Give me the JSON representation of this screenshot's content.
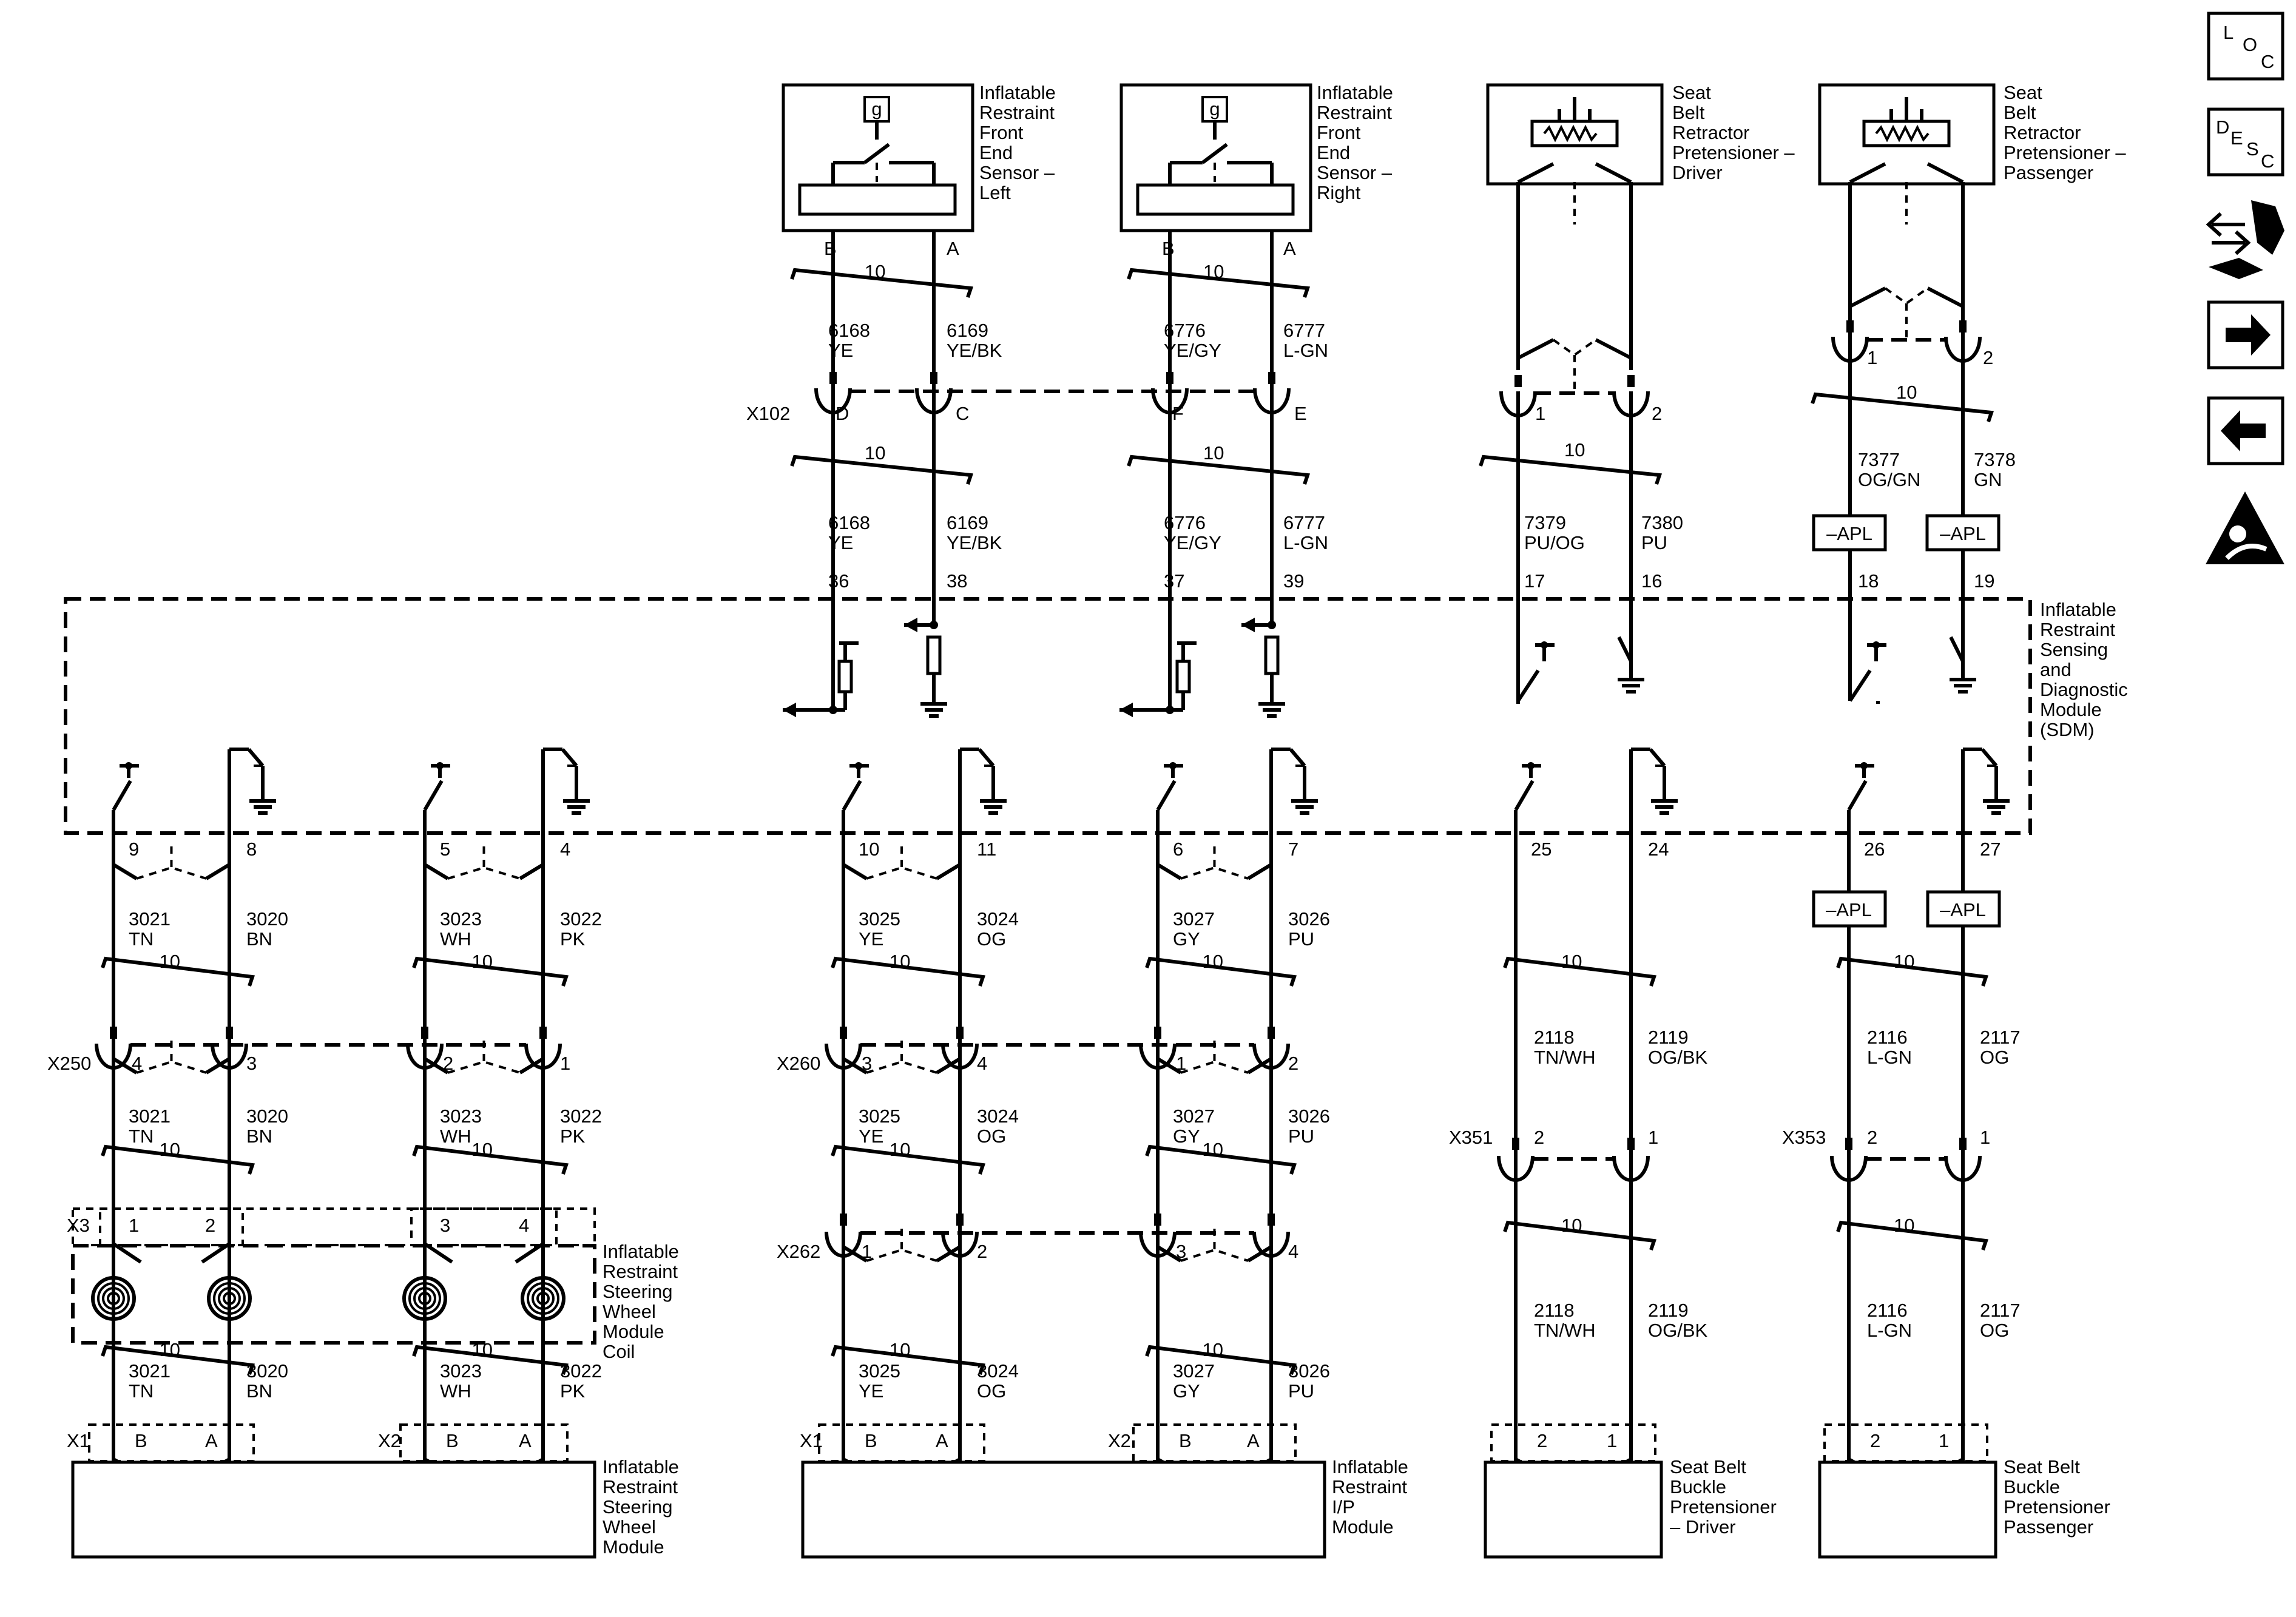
{
  "components": {
    "front_sensor_left": [
      "Inflatable",
      "Restraint",
      "Front",
      "End",
      "Sensor –",
      "Left"
    ],
    "front_sensor_right": [
      "Inflatable",
      "Restraint",
      "Front",
      "End",
      "Sensor –",
      "Right"
    ],
    "retractor_driver": [
      "Seat",
      "Belt",
      "Retractor",
      "Pretensioner –",
      "Driver"
    ],
    "retractor_passenger": [
      "Seat",
      "Belt",
      "Retractor",
      "Pretensioner –",
      "Passenger"
    ],
    "sdm": [
      "Inflatable",
      "Restraint",
      "Sensing",
      "and",
      "Diagnostic",
      "Module",
      "(SDM)"
    ],
    "steering_coil": [
      "Inflatable",
      "Restraint",
      "Steering",
      "Wheel",
      "Module",
      "Coil"
    ],
    "steering_module": [
      "Inflatable",
      "Restraint",
      "Steering",
      "Wheel",
      "Module"
    ],
    "ip_module": [
      "Inflatable",
      "Restraint",
      "I/P",
      "Module"
    ],
    "buckle_driver": [
      "Seat Belt",
      "Buckle",
      "Pretensioner",
      "– Driver"
    ],
    "buckle_passenger": [
      "Seat Belt",
      "Buckle",
      "Pretensioner",
      "Passenger"
    ]
  },
  "connectors": {
    "x102": "X102",
    "x250": "X250",
    "x260": "X260",
    "x262": "X262",
    "x351": "X351",
    "x353": "X353",
    "x3": "X3",
    "x1": "X1",
    "x2": "X2"
  },
  "symbols": {
    "sensor_glyph": "g",
    "apl": "–APL",
    "twist": "10"
  },
  "top_wires": {
    "fl_b": [
      "6168",
      "YE"
    ],
    "fl_a": [
      "6169",
      "YE/BK"
    ],
    "fr_b": [
      "6776",
      "YE/GY"
    ],
    "fr_a": [
      "6777",
      "L-GN"
    ],
    "rd_1": [
      "7379",
      "PU/OG"
    ],
    "rd_2": [
      "7380",
      "PU"
    ],
    "rp_1": [
      "7377",
      "OG/GN"
    ],
    "rp_2": [
      "7378",
      "GN"
    ]
  },
  "top_pins": {
    "fl_b": "B",
    "fl_a": "A",
    "fr_b": "B",
    "fr_a": "A",
    "x102_d": "D",
    "x102_c": "C",
    "x102_f": "F",
    "x102_e": "E",
    "rd_1": "1",
    "rd_2": "2",
    "rp_1": "1",
    "rp_2": "2",
    "sdm_36": "36",
    "sdm_38": "38",
    "sdm_37": "37",
    "sdm_39": "39",
    "sdm_17": "17",
    "sdm_16": "16",
    "sdm_18": "18",
    "sdm_19": "19"
  },
  "bottom_pins": {
    "sdm": [
      "9",
      "8",
      "5",
      "4",
      "10",
      "11",
      "6",
      "7",
      "25",
      "24",
      "26",
      "27"
    ],
    "x250": [
      "4",
      "3",
      "2",
      "1"
    ],
    "x260": [
      "3",
      "4",
      "1",
      "2"
    ],
    "x262": [
      "1",
      "2",
      "3",
      "4"
    ],
    "x351": [
      "2",
      "1"
    ],
    "x353": [
      "2",
      "1"
    ],
    "x3": [
      "1",
      "2",
      "3",
      "4"
    ],
    "x1_sw": [
      "B",
      "A"
    ],
    "x2_sw": [
      "B",
      "A"
    ],
    "x1_ip": [
      "B",
      "A"
    ],
    "x2_ip": [
      "B",
      "A"
    ],
    "buckle_d": [
      "2",
      "1"
    ],
    "buckle_p": [
      "2",
      "1"
    ]
  },
  "bottom_wires": {
    "c1": [
      [
        "3021",
        "TN"
      ],
      [
        "3021",
        "TN"
      ],
      [
        "3021",
        "TN"
      ]
    ],
    "c2": [
      [
        "3020",
        "BN"
      ],
      [
        "3020",
        "BN"
      ],
      [
        "3020",
        "BN"
      ]
    ],
    "c3": [
      [
        "3023",
        "WH"
      ],
      [
        "3023",
        "WH"
      ],
      [
        "3023",
        "WH"
      ]
    ],
    "c4": [
      [
        "3022",
        "PK"
      ],
      [
        "3022",
        "PK"
      ],
      [
        "3022",
        "PK"
      ]
    ],
    "c5": [
      [
        "3025",
        "YE"
      ],
      [
        "3025",
        "YE"
      ],
      [
        "3025",
        "YE"
      ]
    ],
    "c6": [
      [
        "3024",
        "OG"
      ],
      [
        "3024",
        "OG"
      ],
      [
        "3024",
        "OG"
      ]
    ],
    "c7": [
      [
        "3027",
        "GY"
      ],
      [
        "3027",
        "GY"
      ],
      [
        "3027",
        "GY"
      ]
    ],
    "c8": [
      [
        "3026",
        "PU"
      ],
      [
        "3026",
        "PU"
      ],
      [
        "3026",
        "PU"
      ]
    ],
    "c9": [
      [
        "2118",
        "TN/WH"
      ],
      [
        "2118",
        "TN/WH"
      ]
    ],
    "c10": [
      [
        "2119",
        "OG/BK"
      ],
      [
        "2119",
        "OG/BK"
      ]
    ],
    "c11": [
      [
        "2116",
        "L-GN"
      ],
      [
        "2116",
        "L-GN"
      ]
    ],
    "c12": [
      [
        "2117",
        "OG"
      ],
      [
        "2117",
        "OG"
      ]
    ]
  },
  "side_icons": {
    "loc": [
      "L",
      "O",
      "C"
    ],
    "desc": [
      "D",
      "E",
      "S",
      "C"
    ],
    "names": [
      "location-icon",
      "description-icon",
      "connector-tool-icon",
      "next-arrow-icon",
      "previous-arrow-icon",
      "airbag-warning-icon"
    ]
  }
}
